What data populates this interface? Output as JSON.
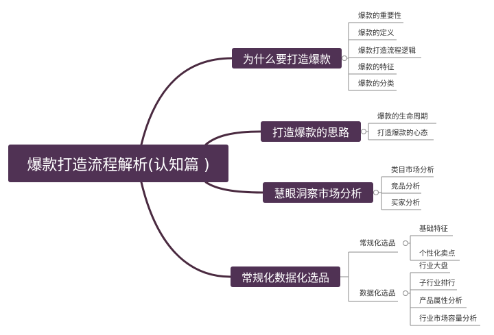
{
  "root": {
    "label": "爆款打造流程解析(认知篇 )"
  },
  "branches": [
    {
      "label": "为什么要打造爆款",
      "leaves": [
        "爆款的重要性",
        "爆款的定义",
        "爆款打造流程逻辑",
        "爆款的特征",
        "爆款的分类"
      ]
    },
    {
      "label": "打造爆款的思路",
      "leaves": [
        "爆款的生命周期",
        "打造爆款的心态"
      ]
    },
    {
      "label": "慧眼洞察市场分析",
      "leaves": [
        "类目市场分析",
        "竞品分析",
        "买家分析"
      ]
    },
    {
      "label": "常规化数据化选品",
      "groups": [
        {
          "label": "常规化选品",
          "leaves": [
            "基础特征",
            "个性化卖点"
          ]
        },
        {
          "label": "数据化选品",
          "leaves": [
            "行业大盘",
            "子行业排行",
            "产品属性分析",
            "行业市场容量分析"
          ]
        }
      ]
    }
  ],
  "colors": {
    "node_fill": "#503254",
    "node_text": "#ffffff",
    "trunk_line": "#4a2a40",
    "leaf_line": "#8a8a8a",
    "leaf_text": "#333333"
  }
}
